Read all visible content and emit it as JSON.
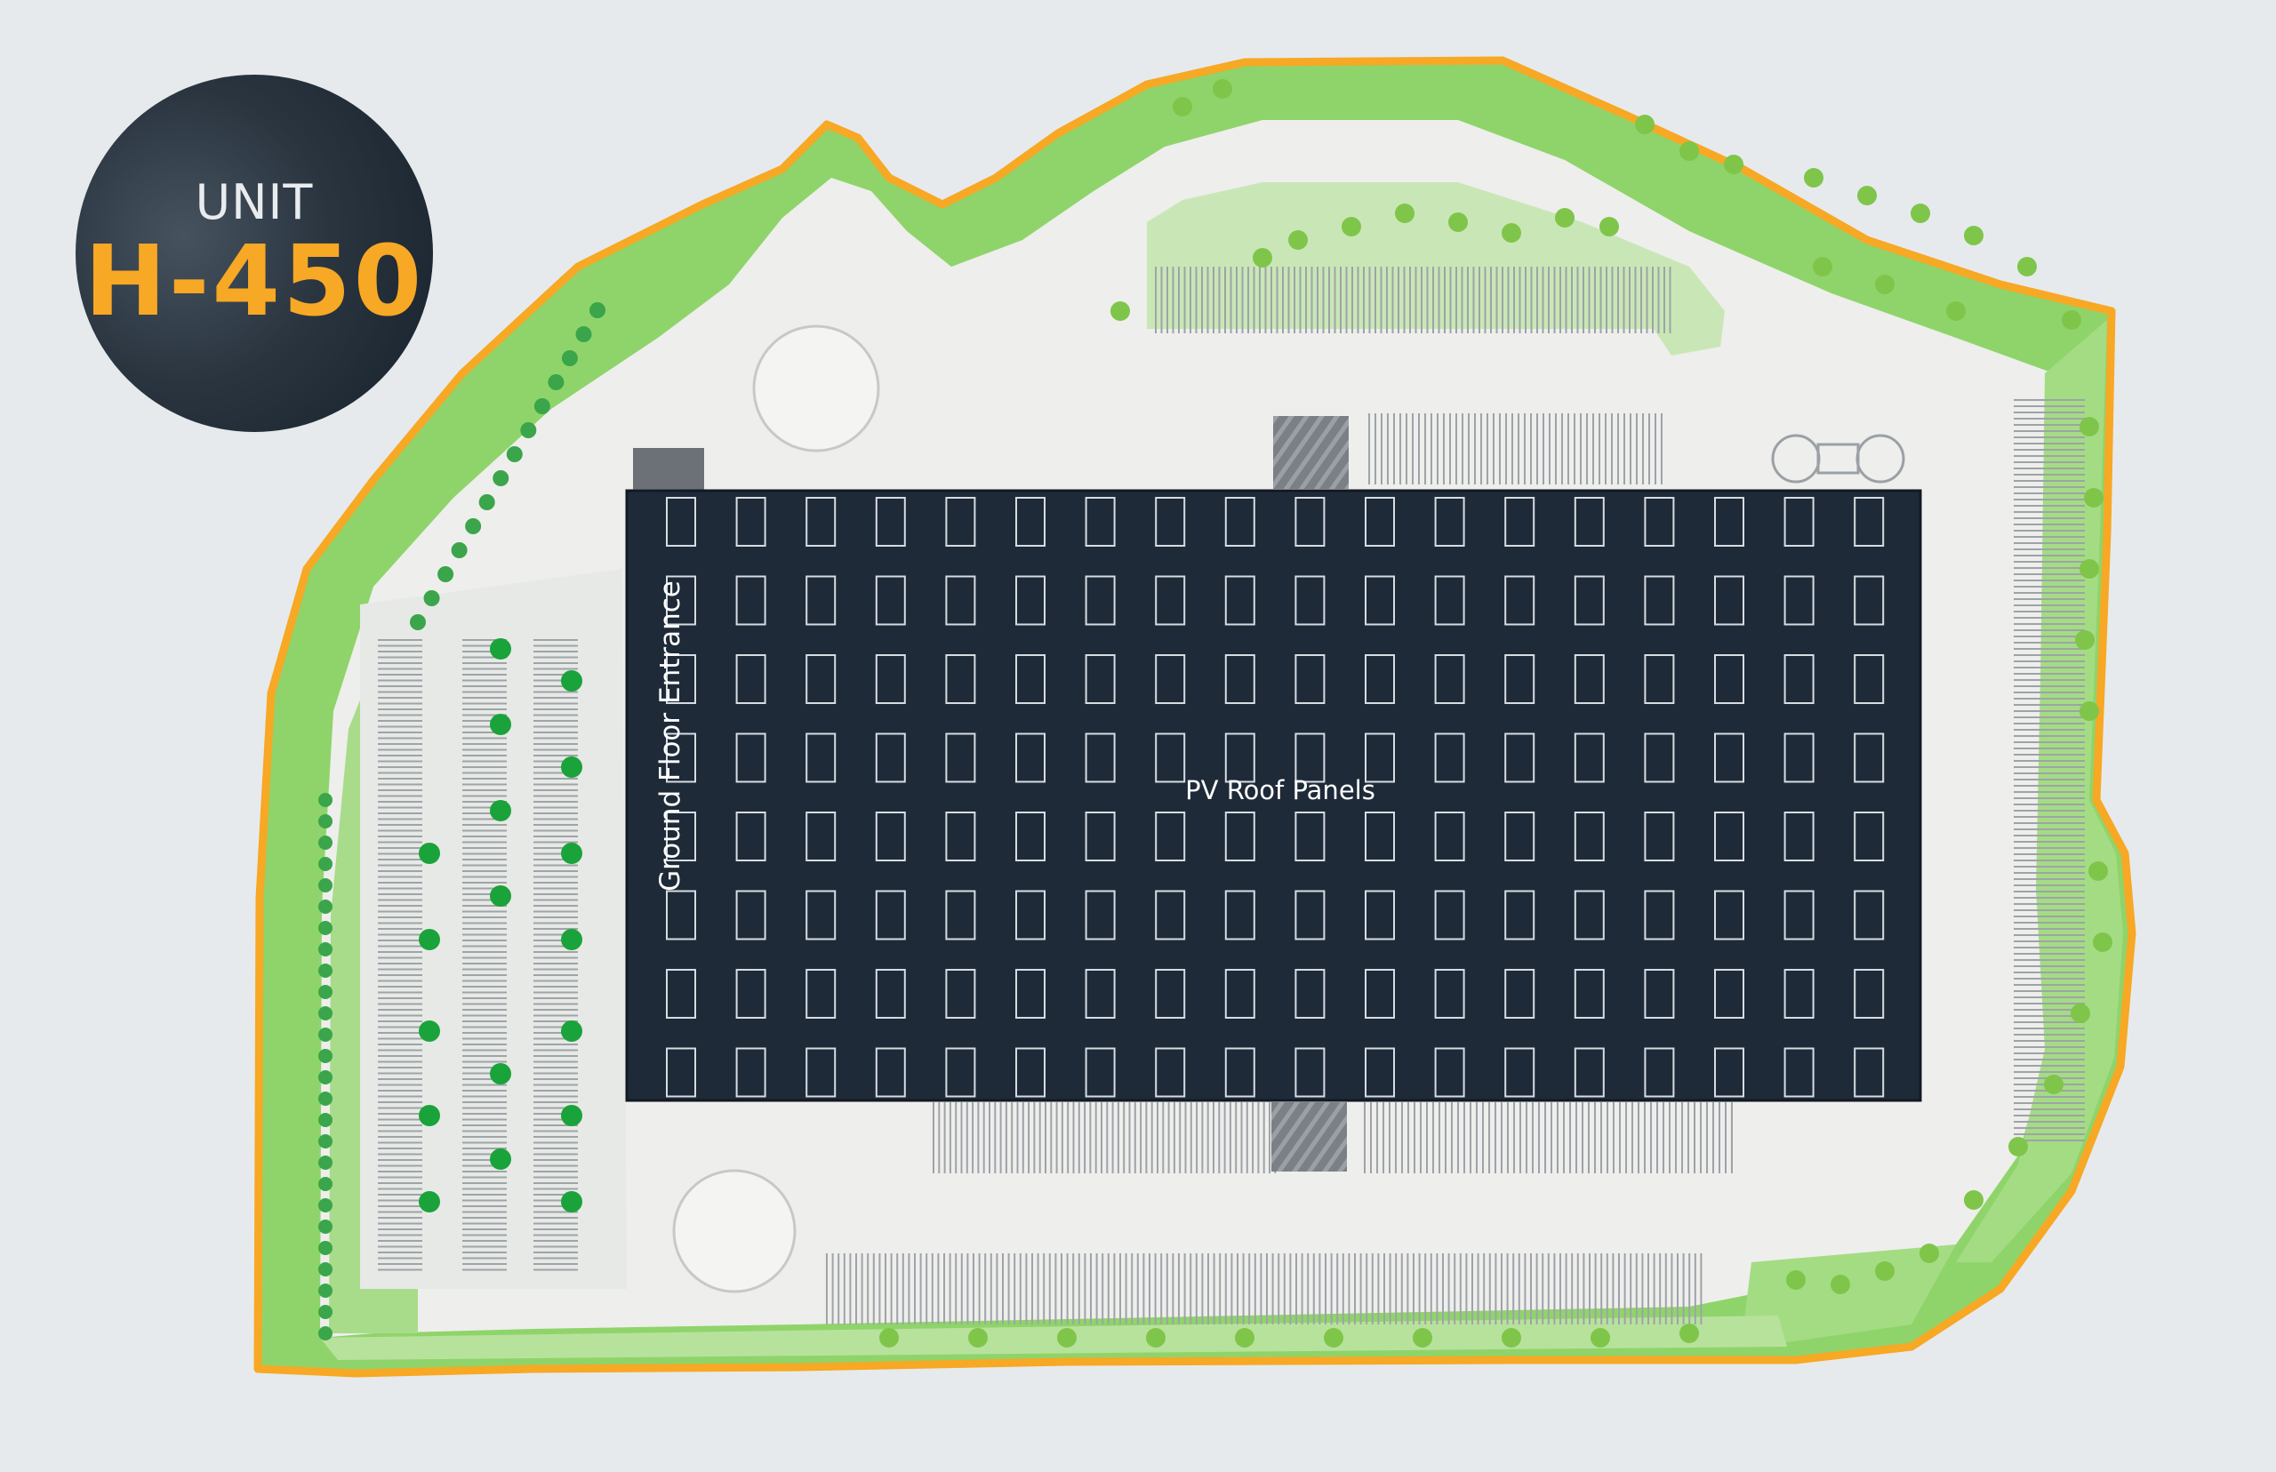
{
  "unit_badge": {
    "prefix": "UNIT",
    "code": "H-450"
  },
  "labels": {
    "roof": "PV Roof Panels",
    "entrance": "Ground Floor Entrance"
  },
  "colors": {
    "background": "#e6eaed",
    "site_boundary": "#f7a824",
    "landscaping": "#8fd46a",
    "hardstanding": "#eeeeec",
    "building_roof": "#1e2a38",
    "trees": "#1aa33a",
    "badge_text": "#f7a824"
  },
  "solar_panel_grid": {
    "rows": 8,
    "columns": 18
  }
}
